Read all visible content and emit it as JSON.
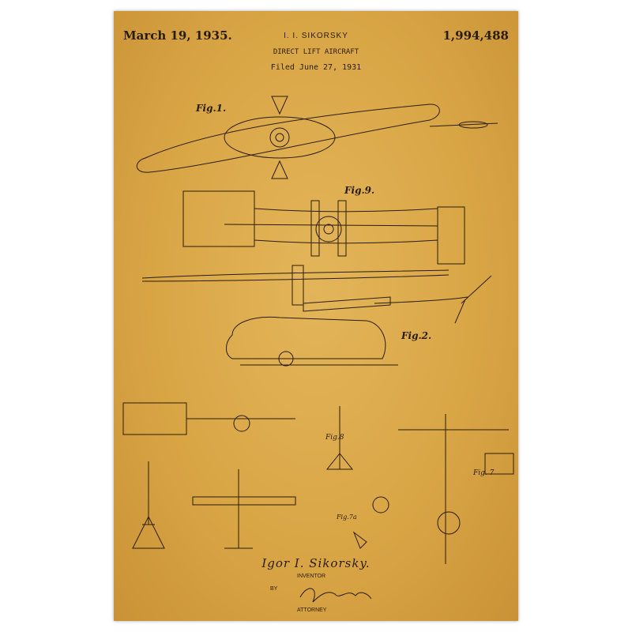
{
  "header": {
    "date": "March 19, 1935.",
    "inventor": "I. I. SIKORSKY",
    "patent_number": "1,994,488",
    "title": "DIRECT LIFT AIRCRAFT",
    "filed": "Filed June 27, 1931"
  },
  "figures": {
    "fig1": "Fig.1.",
    "fig9": "Fig.9.",
    "fig2": "Fig.2.",
    "fig8": "Fig.8",
    "fig7": "Fig. 7",
    "fig7a": "Fig.7a"
  },
  "footer": {
    "signature_name": "Igor I. Sikorsky.",
    "inventor_label": "INVENTOR",
    "by_label": "BY",
    "attorney_label": "ATTORNEY"
  },
  "colors": {
    "paper": "#d9a646",
    "ink": "#2a1c0c"
  }
}
